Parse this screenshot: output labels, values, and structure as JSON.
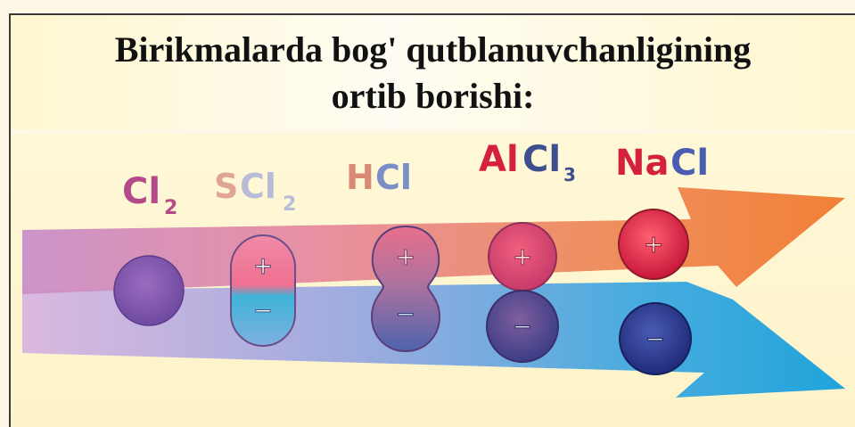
{
  "title": {
    "line1": "Birikmalarda bog' qutblanuvchanligining",
    "line2": "ortib borishi:"
  },
  "colors": {
    "nonpolar": "#8e5cb3",
    "positive": "#e3354a",
    "negative": "#3f4f9e",
    "arrow_top": "#f07a2e",
    "arrow_bottom": "#1aa0dc"
  },
  "compounds": [
    {
      "name": "Cl2",
      "parts": [
        {
          "text": "Cl",
          "sub": "2",
          "color": "#b44a8a"
        }
      ],
      "charges": []
    },
    {
      "name": "SCl2",
      "parts": [
        {
          "text": "S",
          "sub": "",
          "color": "#e0a596"
        },
        {
          "text": "Cl",
          "sub": "2",
          "color": "#b8bcd6"
        }
      ],
      "charges": [
        "+",
        "−"
      ]
    },
    {
      "name": "HCl",
      "parts": [
        {
          "text": "H",
          "sub": "",
          "color": "#d98a74"
        },
        {
          "text": "Cl",
          "sub": "",
          "color": "#7a8ec8"
        }
      ],
      "charges": [
        "+",
        "−"
      ]
    },
    {
      "name": "AlCl3",
      "parts": [
        {
          "text": "Al",
          "sub": "",
          "color": "#d4223e"
        },
        {
          "text": "Cl",
          "sub": "3",
          "color": "#3d4f8f"
        }
      ],
      "charges": [
        "+",
        "−"
      ]
    },
    {
      "name": "NaCl",
      "parts": [
        {
          "text": "Na",
          "sub": "",
          "color": "#d4223e"
        },
        {
          "text": "Cl",
          "sub": "",
          "color": "#4a5db0"
        }
      ],
      "charges": [
        "+",
        "−"
      ]
    }
  ]
}
